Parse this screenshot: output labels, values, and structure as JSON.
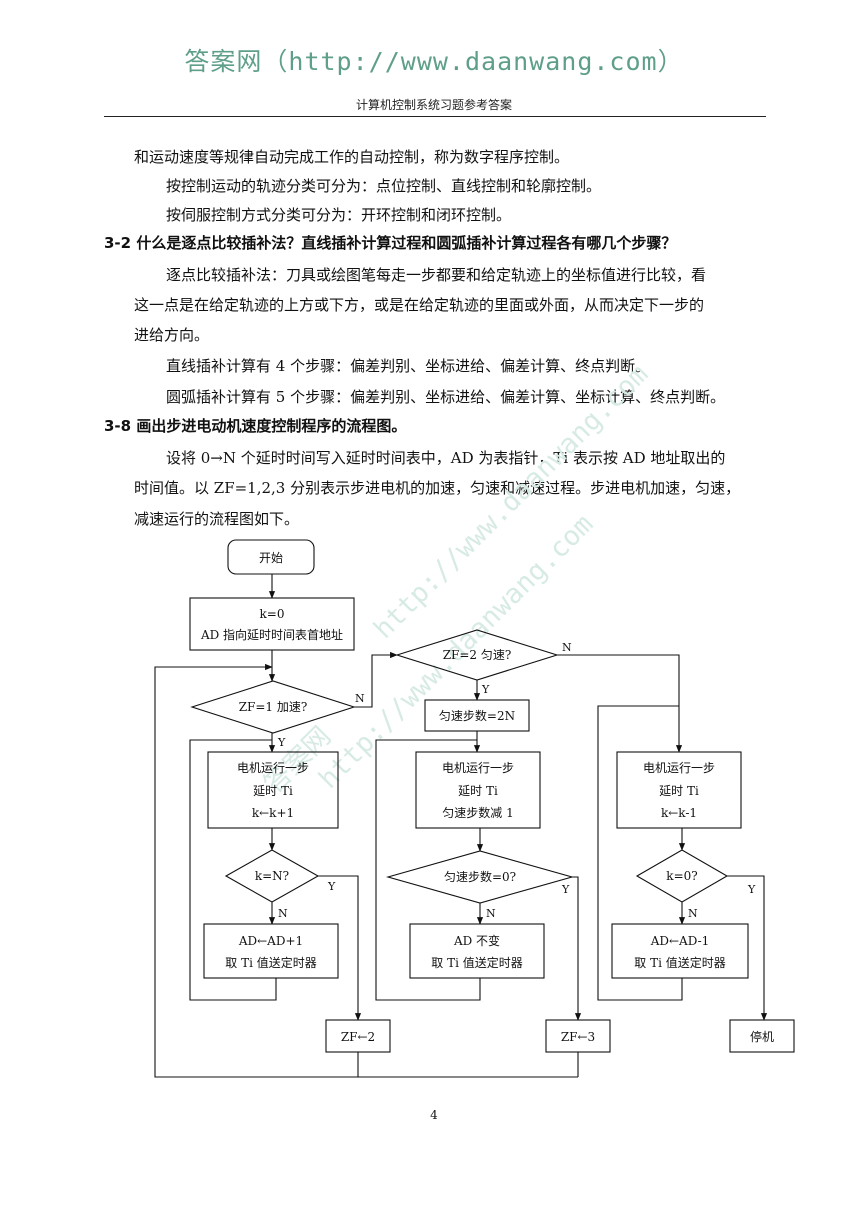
{
  "header": {
    "site_title": "答案网（http://www.daanwang.com）",
    "running_head": "计算机控制系统习题参考答案"
  },
  "body": {
    "p1": "和运动速度等规律自动完成工作的自动控制，称为数字程序控制。",
    "p2": "按控制运动的轨迹分类可分为：点位控制、直线控制和轮廓控制。",
    "p3": "按伺服控制方式分类可分为：开环控制和闭环控制。",
    "q1": "3-2 什么是逐点比较插补法？直线插补计算过程和圆弧插补计算过程各有哪几个步骤？",
    "p4_l1": "逐点比较插补法：刀具或绘图笔每走一步都要和给定轨迹上的坐标值进行比较，看",
    "p4_l2": "这一点是在给定轨迹的上方或下方，或是在给定轨迹的里面或外面，从而决定下一步的",
    "p4_l3": "进给方向。",
    "p5": "直线插补计算有 4 个步骤：偏差判别、坐标进给、偏差计算、终点判断。",
    "p6": "圆弧插补计算有 5 个步骤：偏差判别、坐标进给、偏差计算、坐标计算、终点判断。",
    "q2": "3-8 画出步进电动机速度控制程序的流程图。",
    "p7_l1": "设将 0→N 个延时时间写入延时时间表中，AD 为表指针，Ti 表示按 AD 地址取出的",
    "p7_l2": "时间值。以 ZF=1,2,3 分别表示步进电机的加速，匀速和减速过程。步进电机加速，匀速，",
    "p7_l3": "减速运行的流程图如下。"
  },
  "watermark": {
    "line1": "http://www.daanwang.com",
    "line2": "http://www.daanwang.com",
    "line3": "答案网"
  },
  "flowchart": {
    "start": "开始",
    "init_l1": "k=0",
    "init_l2": "AD 指向延时时间表首地址",
    "d_zf1": "ZF=1 加速?",
    "d_zf2": "ZF=2 匀速?",
    "const_steps": "匀速步数=2N",
    "run1_l1": "电机运行一步",
    "run1_l2": "延时 Ti",
    "run1_l3": "k←k+1",
    "run2_l1": "电机运行一步",
    "run2_l2": "延时 Ti",
    "run2_l3": "匀速步数减 1",
    "run3_l1": "电机运行一步",
    "run3_l2": "延时 Ti",
    "run3_l3": "k←k-1",
    "d_kn": "k=N?",
    "d_steps0": "匀速步数=0?",
    "d_k0": "k=0?",
    "upd1_l1": "AD←AD+1",
    "upd1_l2": "取 Ti 值送定时器",
    "upd2_l1": "AD 不变",
    "upd2_l2": "取 Ti 值送定时器",
    "upd3_l1": "AD←AD-1",
    "upd3_l2": "取 Ti 值送定时器",
    "zf2": "ZF←2",
    "zf3": "ZF←3",
    "stop": "停机",
    "yes": "Y",
    "no": "N"
  },
  "footer": {
    "page_number": "4"
  }
}
